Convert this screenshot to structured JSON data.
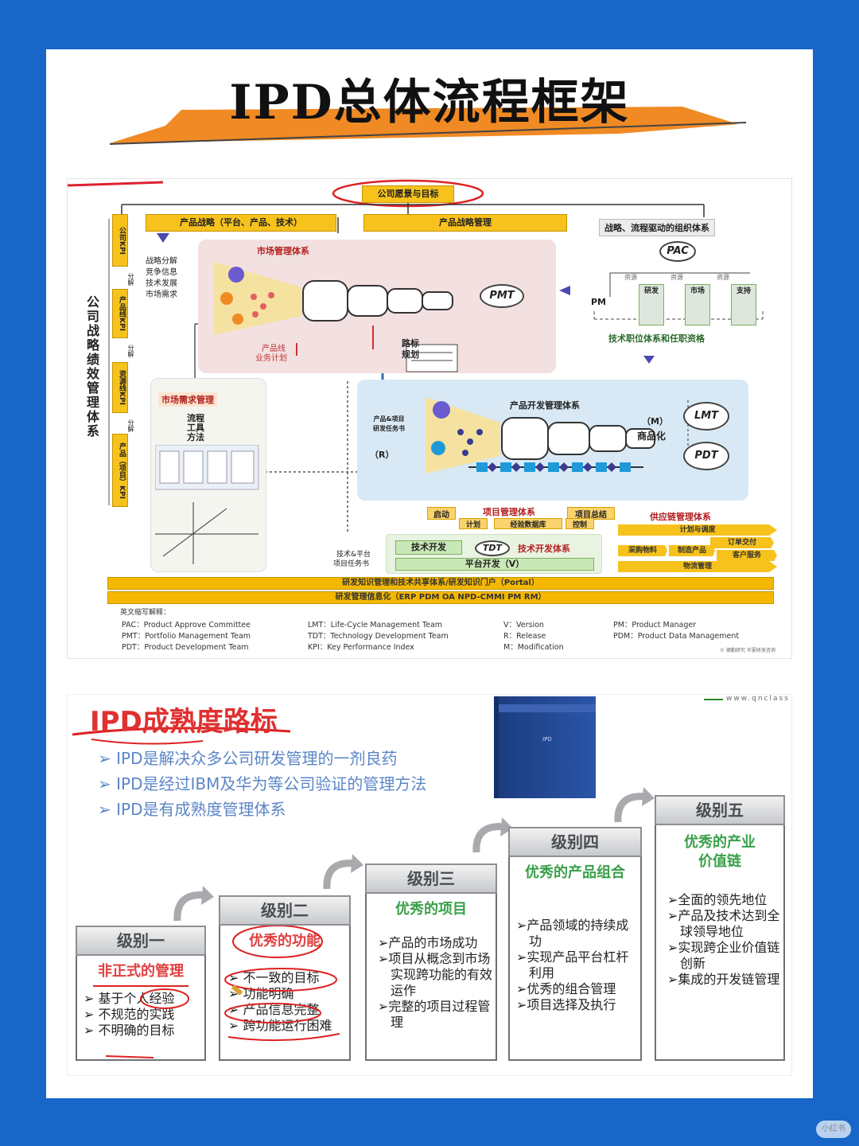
{
  "page": {
    "title": "IPD总体流程框架"
  },
  "diagram": {
    "vision": "公司愿景与目标",
    "left_vertical": "公司战略绩效管理体系",
    "kpis": [
      "公司KPI",
      "产品线KPI",
      "资源线KPI",
      "产品（项目）KPI"
    ],
    "kpi_sub": [
      "分解",
      "分解",
      "分解"
    ],
    "product_strategy": "产品战略（平台、产品、技术）",
    "strategy_mgmt": "产品战略管理",
    "org": "战略、流程驱动的组织体系",
    "decomp": [
      "战略分解",
      "竞争信息",
      "技术发展",
      "市场需求"
    ],
    "market_system": "市场管理体系",
    "pmt": "PMT",
    "pac": "PAC",
    "pm": "PM",
    "resources": [
      "资源",
      "资源",
      "资源"
    ],
    "functions": [
      "研发",
      "市场",
      "支持"
    ],
    "tech_roles": "技术职位体系和任职资格",
    "pl_plan": [
      "产品线",
      "业务计划"
    ],
    "roadmap": [
      "路标",
      "规划"
    ],
    "market_demand": "市场需求管理",
    "demand_tools": [
      "流程",
      "工具",
      "方法"
    ],
    "pdt_task": [
      "产品&项目",
      "研发任务书"
    ],
    "r_label": "（R）",
    "dev_system": "产品开发管理体系",
    "m_label": "（M）",
    "commercial": "商品化",
    "lmt": "LMT",
    "pdt": "PDT",
    "proj_mgmt": {
      "start": "启动",
      "title": "项目管理体系",
      "end": "项目总结",
      "plan": "计划",
      "db": "经验数据库",
      "control": "控制"
    },
    "supply": {
      "title": "供应链管理体系",
      "plan": "计划与调度",
      "order": "订单交付",
      "buy": "采购物料",
      "make": "制造产品",
      "service": "客户服务",
      "logistics": "物流管理"
    },
    "tech_task": [
      "技术&平台",
      "项目任务书"
    ],
    "tech_dev": "技术开发",
    "tdt": "TDT",
    "tech_system": "技术开发体系",
    "platform": "平台开发（V）",
    "bar1": "研发知识管理和技术共享体系/研发知识门户（Portal）",
    "bar2": "研发管理信息化（ERP PDM OA NPD-CMMI PM RM）",
    "abbr_title": "英文缩写解释：",
    "abbr_cols": [
      [
        "PAC：Product Approve Committee",
        "PMT：Portfolio Management Team",
        "PDT：Product Development Team"
      ],
      [
        "LMT：Life-Cycle Management Team",
        "TDT：Technology Development Team",
        "KPI：Key Performance Index"
      ],
      [
        "V：Version",
        "R：Release",
        "M：Modification"
      ],
      [
        "PM：Product Manager",
        "PDM：Product Data Management"
      ]
    ],
    "credit": "© 德勤研究 华夏研发咨询"
  },
  "maturity": {
    "title": "IPD成熟度路标",
    "bullets": [
      "IPD是解决众多公司研发管理的一剂良药",
      "IPD是经过IBM及华为等公司验证的管理方法",
      "IPD是有成熟度管理体系"
    ],
    "website": "www.qnclass",
    "levels": [
      {
        "name": "级别一",
        "subtitle": "非正式的管理",
        "items": [
          "基于个人经验",
          "不规范的实践",
          "不明确的目标"
        ]
      },
      {
        "name": "级别二",
        "subtitle": "优秀的功能",
        "items": [
          "不一致的目标",
          "功能明确",
          "产品信息完整",
          "跨功能运行困难"
        ]
      },
      {
        "name": "级别三",
        "subtitle": "优秀的项目",
        "items": [
          "产品的市场成功",
          "项目从概念到市场实现跨功能的有效运作",
          "完整的项目过程管理"
        ]
      },
      {
        "name": "级别四",
        "subtitle": "优秀的产品组合",
        "items": [
          "产品领域的持续成功",
          "实现产品平台杠杆利用",
          "优秀的组合管理",
          "项目选择及执行"
        ]
      },
      {
        "name": "级别五",
        "subtitle": "优秀的产业价值链",
        "items": [
          "全面的领先地位",
          "产品及技术达到全球领导地位",
          "实现跨企业价值链创新",
          "集成的开发链管理"
        ]
      }
    ]
  },
  "watermark": "小红书"
}
